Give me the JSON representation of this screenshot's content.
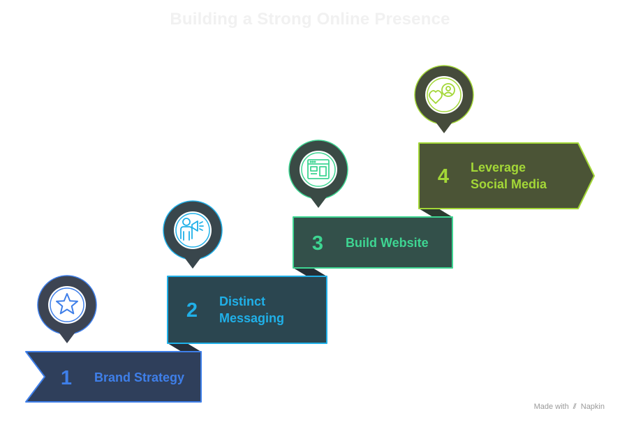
{
  "title": "Building a Strong Online Presence",
  "steps": [
    {
      "number": "1",
      "label_lines": [
        "Brand Strategy"
      ],
      "icon": "star-icon",
      "accent": "#3f7fe9",
      "fill": "#2f3f5b"
    },
    {
      "number": "2",
      "label_lines": [
        "Distinct",
        "Messaging"
      ],
      "icon": "megaphone-person-icon",
      "accent": "#20b0e8",
      "fill": "#2b4650"
    },
    {
      "number": "3",
      "label_lines": [
        "Build Website"
      ],
      "icon": "website-layout-icon",
      "accent": "#3ed592",
      "fill": "#33504a"
    },
    {
      "number": "4",
      "label_lines": [
        "Leverage",
        "Social Media"
      ],
      "icon": "heart-person-icon",
      "accent": "#a3d737",
      "fill": "#4b5436"
    }
  ],
  "footer": {
    "made_with": "Made with",
    "brand": "Napkin"
  }
}
